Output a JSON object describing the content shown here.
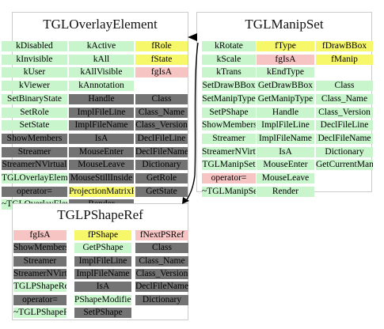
{
  "colors": {
    "public_method": "#c8f5cc",
    "inherited_or_other": "#737373",
    "public_member": "#f7f76a",
    "protected_member": "#f7c4c4",
    "panel_border": "#cccccc"
  },
  "panels": [
    {
      "id": "tgloverlayelement",
      "title": "TGLOverlayElement",
      "columns": [
        [
          {
            "t": "kDisabled",
            "c": "g"
          },
          {
            "t": "kInvisible",
            "c": "g"
          },
          {
            "t": "kUser",
            "c": "g"
          },
          {
            "t": "kViewer",
            "c": "g"
          },
          {
            "t": "SetBinaryState",
            "c": "g"
          },
          {
            "t": "SetRole",
            "c": "g"
          },
          {
            "t": "SetState",
            "c": "g"
          },
          {
            "t": "ShowMembers",
            "c": "d"
          },
          {
            "t": "Streamer",
            "c": "d"
          },
          {
            "t": "StreamerNVirtual",
            "c": "d"
          },
          {
            "t": "TGLOverlayElement",
            "c": "g"
          },
          {
            "t": "operator=",
            "c": "d"
          },
          {
            "t": "~TGLOverlayElement",
            "c": "g"
          }
        ],
        [
          {
            "t": "kActive",
            "c": "g"
          },
          {
            "t": "kAll",
            "c": "g"
          },
          {
            "t": "kAllVisible",
            "c": "g"
          },
          {
            "t": "kAnnotation",
            "c": "g"
          },
          {
            "t": "Handle",
            "c": "d"
          },
          {
            "t": "ImplFileLine",
            "c": "d"
          },
          {
            "t": "ImplFileName",
            "c": "d"
          },
          {
            "t": "IsA",
            "c": "d"
          },
          {
            "t": "MouseEnter",
            "c": "d"
          },
          {
            "t": "MouseLeave",
            "c": "d"
          },
          {
            "t": "MouseStillInside",
            "c": "d"
          },
          {
            "t": "ProjectionMatrixPushIdentity",
            "c": "y"
          },
          {
            "t": "Render",
            "c": "d"
          }
        ],
        [
          {
            "t": "fRole",
            "c": "y"
          },
          {
            "t": "fState",
            "c": "y"
          },
          {
            "t": "fgIsA",
            "c": "p"
          },
          {
            "t": "",
            "c": "w"
          },
          {
            "t": "Class",
            "c": "d"
          },
          {
            "t": "Class_Name",
            "c": "d"
          },
          {
            "t": "Class_Version",
            "c": "d"
          },
          {
            "t": "DeclFileLine",
            "c": "d"
          },
          {
            "t": "DeclFileName",
            "c": "d"
          },
          {
            "t": "Dictionary",
            "c": "d"
          },
          {
            "t": "GetRole",
            "c": "d"
          },
          {
            "t": "GetState",
            "c": "d"
          }
        ]
      ]
    },
    {
      "id": "tglmanipset",
      "title": "TGLManipSet",
      "columns": [
        [
          {
            "t": "kRotate",
            "c": "g"
          },
          {
            "t": "kScale",
            "c": "g"
          },
          {
            "t": "kTrans",
            "c": "g"
          },
          {
            "t": "SetDrawBBox",
            "c": "g"
          },
          {
            "t": "SetManipType",
            "c": "g"
          },
          {
            "t": "SetPShape",
            "c": "g"
          },
          {
            "t": "ShowMembers",
            "c": "g"
          },
          {
            "t": "Streamer",
            "c": "g"
          },
          {
            "t": "StreamerNVirtual",
            "c": "g"
          },
          {
            "t": "TGLManipSet",
            "c": "g"
          },
          {
            "t": "operator=",
            "c": "p"
          },
          {
            "t": "~TGLManipSet",
            "c": "g"
          }
        ],
        [
          {
            "t": "fType",
            "c": "y"
          },
          {
            "t": "fgIsA",
            "c": "p"
          },
          {
            "t": "kEndType",
            "c": "g"
          },
          {
            "t": "GetDrawBBox",
            "c": "g"
          },
          {
            "t": "GetManipType",
            "c": "g"
          },
          {
            "t": "Handle",
            "c": "g"
          },
          {
            "t": "ImplFileLine",
            "c": "g"
          },
          {
            "t": "ImplFileName",
            "c": "g"
          },
          {
            "t": "IsA",
            "c": "g"
          },
          {
            "t": "MouseEnter",
            "c": "g"
          },
          {
            "t": "MouseLeave",
            "c": "g"
          },
          {
            "t": "Render",
            "c": "g"
          }
        ],
        [
          {
            "t": "fDrawBBox",
            "c": "y"
          },
          {
            "t": "fManip",
            "c": "y"
          },
          {
            "t": "",
            "c": "w"
          },
          {
            "t": "Class",
            "c": "g"
          },
          {
            "t": "Class_Name",
            "c": "g"
          },
          {
            "t": "Class_Version",
            "c": "g"
          },
          {
            "t": "DeclFileLine",
            "c": "g"
          },
          {
            "t": "DeclFileName",
            "c": "g"
          },
          {
            "t": "Dictionary",
            "c": "g"
          },
          {
            "t": "GetCurrentManip",
            "c": "g"
          }
        ]
      ]
    },
    {
      "id": "tglpshaperef",
      "title": "TGLPShapeRef",
      "columns": [
        [
          {
            "t": "fgIsA",
            "c": "p"
          },
          {
            "t": "ShowMembers",
            "c": "d"
          },
          {
            "t": "Streamer",
            "c": "d"
          },
          {
            "t": "StreamerNVirtual",
            "c": "d"
          },
          {
            "t": "TGLPShapeRef",
            "c": "g"
          },
          {
            "t": "operator=",
            "c": "d"
          },
          {
            "t": "~TGLPShapeRef",
            "c": "g"
          }
        ],
        [
          {
            "t": "fPShape",
            "c": "y"
          },
          {
            "t": "GetPShape",
            "c": "g"
          },
          {
            "t": "ImplFileLine",
            "c": "d"
          },
          {
            "t": "ImplFileName",
            "c": "d"
          },
          {
            "t": "IsA",
            "c": "d"
          },
          {
            "t": "PShapeModified",
            "c": "g"
          },
          {
            "t": "SetPShape",
            "c": "d"
          }
        ],
        [
          {
            "t": "fNextPSRef",
            "c": "p"
          },
          {
            "t": "Class",
            "c": "d"
          },
          {
            "t": "Class_Name",
            "c": "d"
          },
          {
            "t": "Class_Version",
            "c": "d"
          },
          {
            "t": "DeclFileName",
            "c": "d"
          },
          {
            "t": "Dictionary",
            "c": "d"
          }
        ]
      ]
    }
  ]
}
